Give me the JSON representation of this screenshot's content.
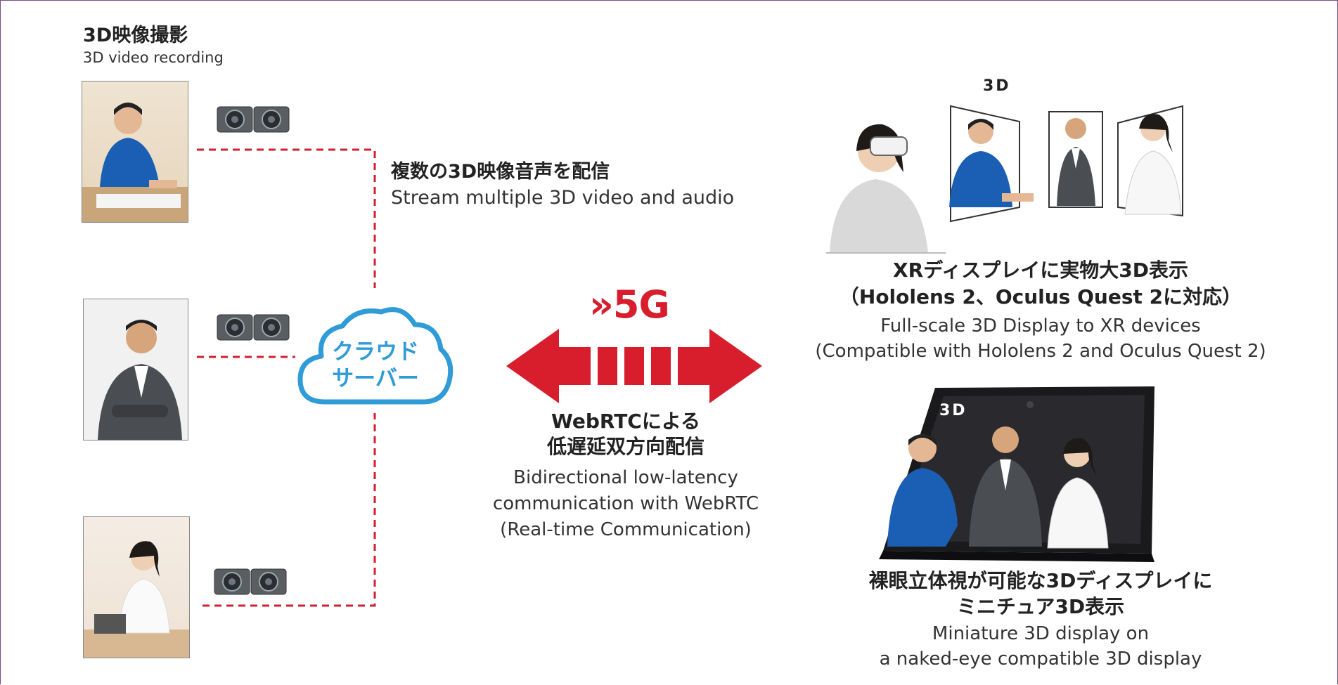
{
  "recording": {
    "title_jp": "3D映像撮影",
    "title_en": "3D video recording"
  },
  "stream": {
    "title_jp": "複数の3D映像音声を配信",
    "title_en": "Stream multiple 3D video and audio"
  },
  "cloud": {
    "line1": "クラウド",
    "line2": "サーバー"
  },
  "network": {
    "badge": "»5G",
    "title_jp_1": "WebRTCによる",
    "title_jp_2": "低遅延双方向配信",
    "en_1": "Bidirectional low-latency",
    "en_2": "communication with WebRTC",
    "en_3": "(Real-time Communication)"
  },
  "xr": {
    "label_3d": "3D",
    "title_jp_1": "XRディスプレイに実物大3D表示",
    "title_jp_2": "（Hololens 2、Oculus Quest 2に対応）",
    "en_1": "Full-scale 3D Display to XR devices",
    "en_2": "(Compatible with Hololens 2 and Oculus Quest 2)"
  },
  "tablet": {
    "label_3d": "3D",
    "title_jp_1": "裸眼立体視が可能な3Dディスプレイに",
    "title_jp_2": "ミニチュア3D表示",
    "en_1": "Miniature 3D display on",
    "en_2": "a naked-eye compatible 3D display"
  },
  "colors": {
    "accent_red": "#d81e2c",
    "cloud_blue": "#2f9bd7",
    "dash_red": "#d02030"
  }
}
